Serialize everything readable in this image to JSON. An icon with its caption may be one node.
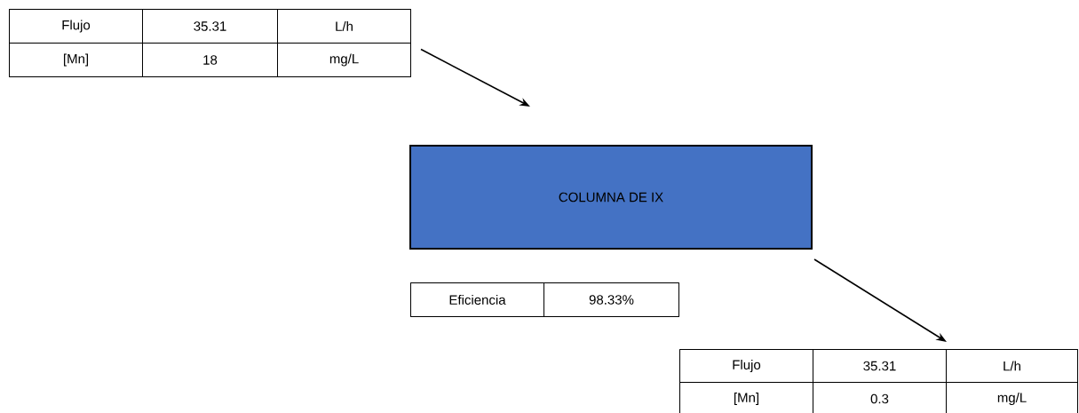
{
  "diagram": {
    "nodes": [
      {
        "text": [
          "Flujo",
          "35.31",
          "L/h",
          "[Mn]",
          "18",
          "mg/L"
        ]
      },
      {
        "text": [
          "COLUMNA DE IX"
        ]
      },
      {
        "text": [
          "Eficiencia",
          "98.33%"
        ]
      },
      {
        "text": [
          "Flujo",
          "35.31",
          "L/h",
          "[Mn]",
          "0.3",
          "mg/L"
        ]
      }
    ],
    "edges": [
      {
        "from": 0,
        "to": 1,
        "arrow": "to"
      },
      {
        "from": 1,
        "to": 3,
        "arrow": "to"
      }
    ]
  }
}
